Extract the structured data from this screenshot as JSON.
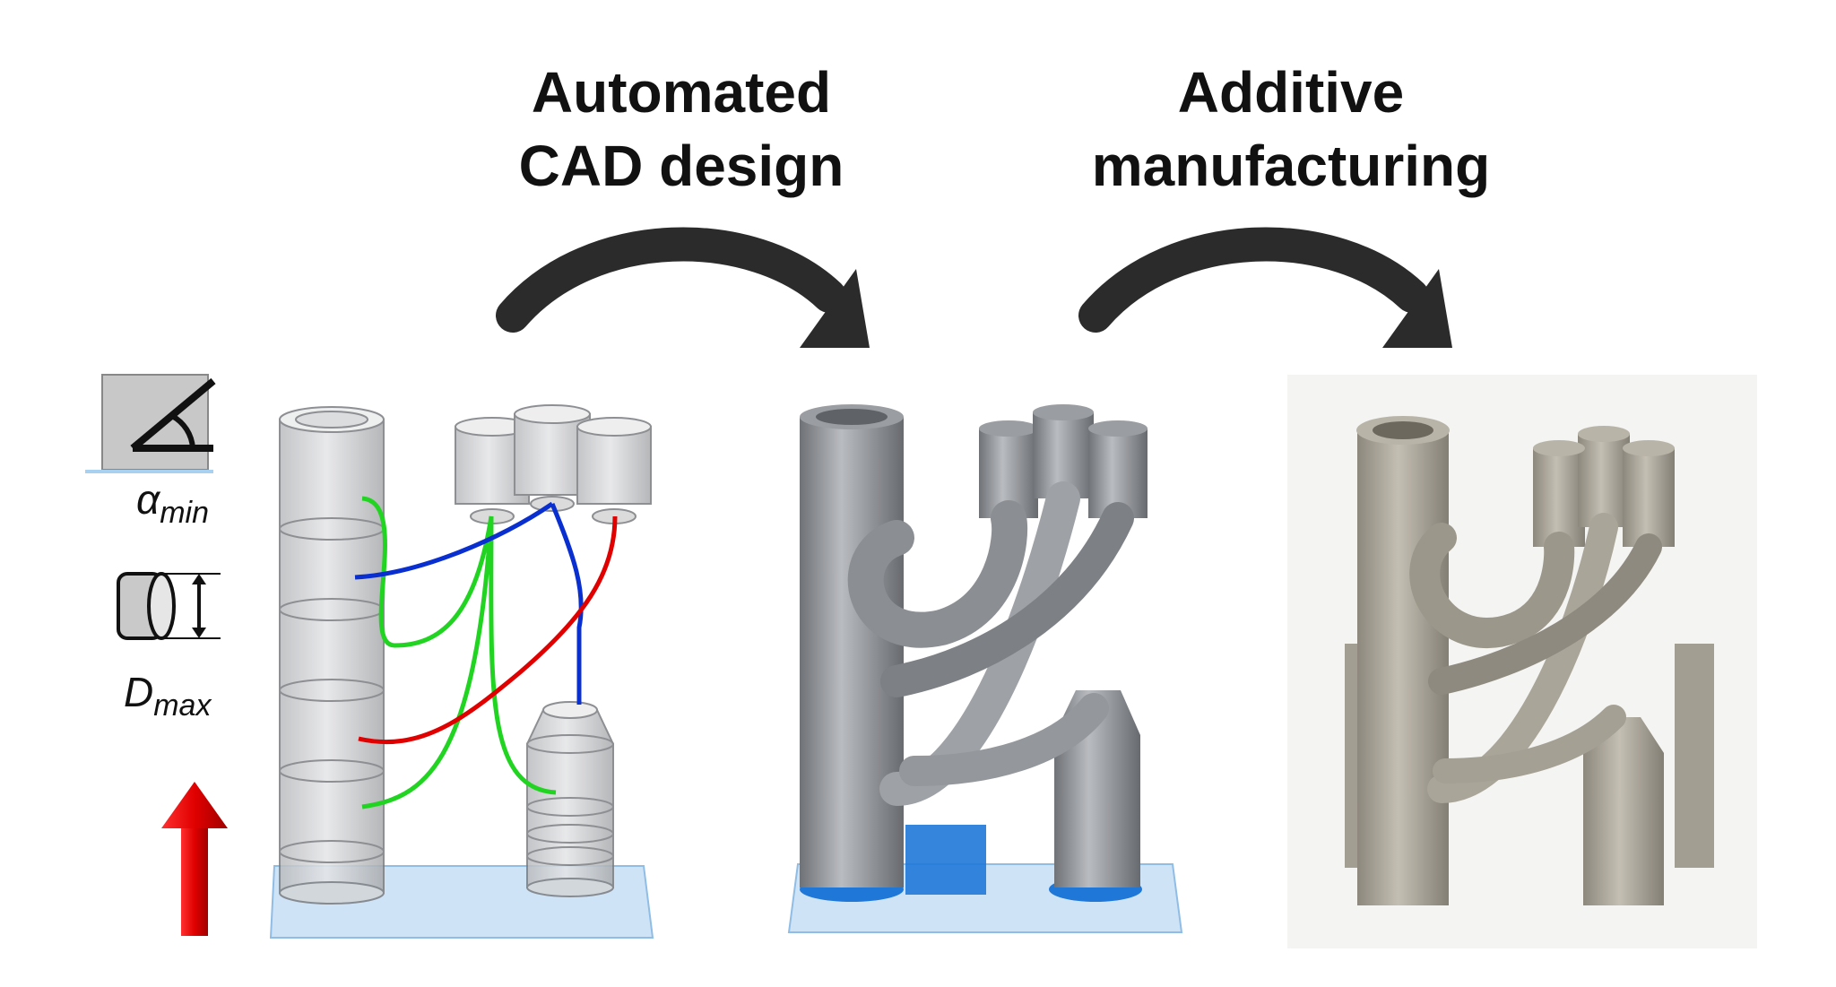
{
  "steps": {
    "cad": {
      "line1": "Automated",
      "line2": "CAD design"
    },
    "am": {
      "line1": "Additive",
      "line2": "manufacturing"
    }
  },
  "constraints": {
    "alpha_symbol": "α",
    "alpha_sub": "min",
    "d_symbol": "D",
    "d_sub": "max"
  },
  "colors": {
    "arrow": "#2b2b2b",
    "build_direction": "#e00000",
    "build_plate": "#cfe3f6",
    "support": "#1f78d8",
    "channel_red": "#e00000",
    "channel_blue": "#0a2fd0",
    "channel_green": "#22d422",
    "part_grey": "#8a8d91",
    "printed_metal": "#a8a296"
  }
}
